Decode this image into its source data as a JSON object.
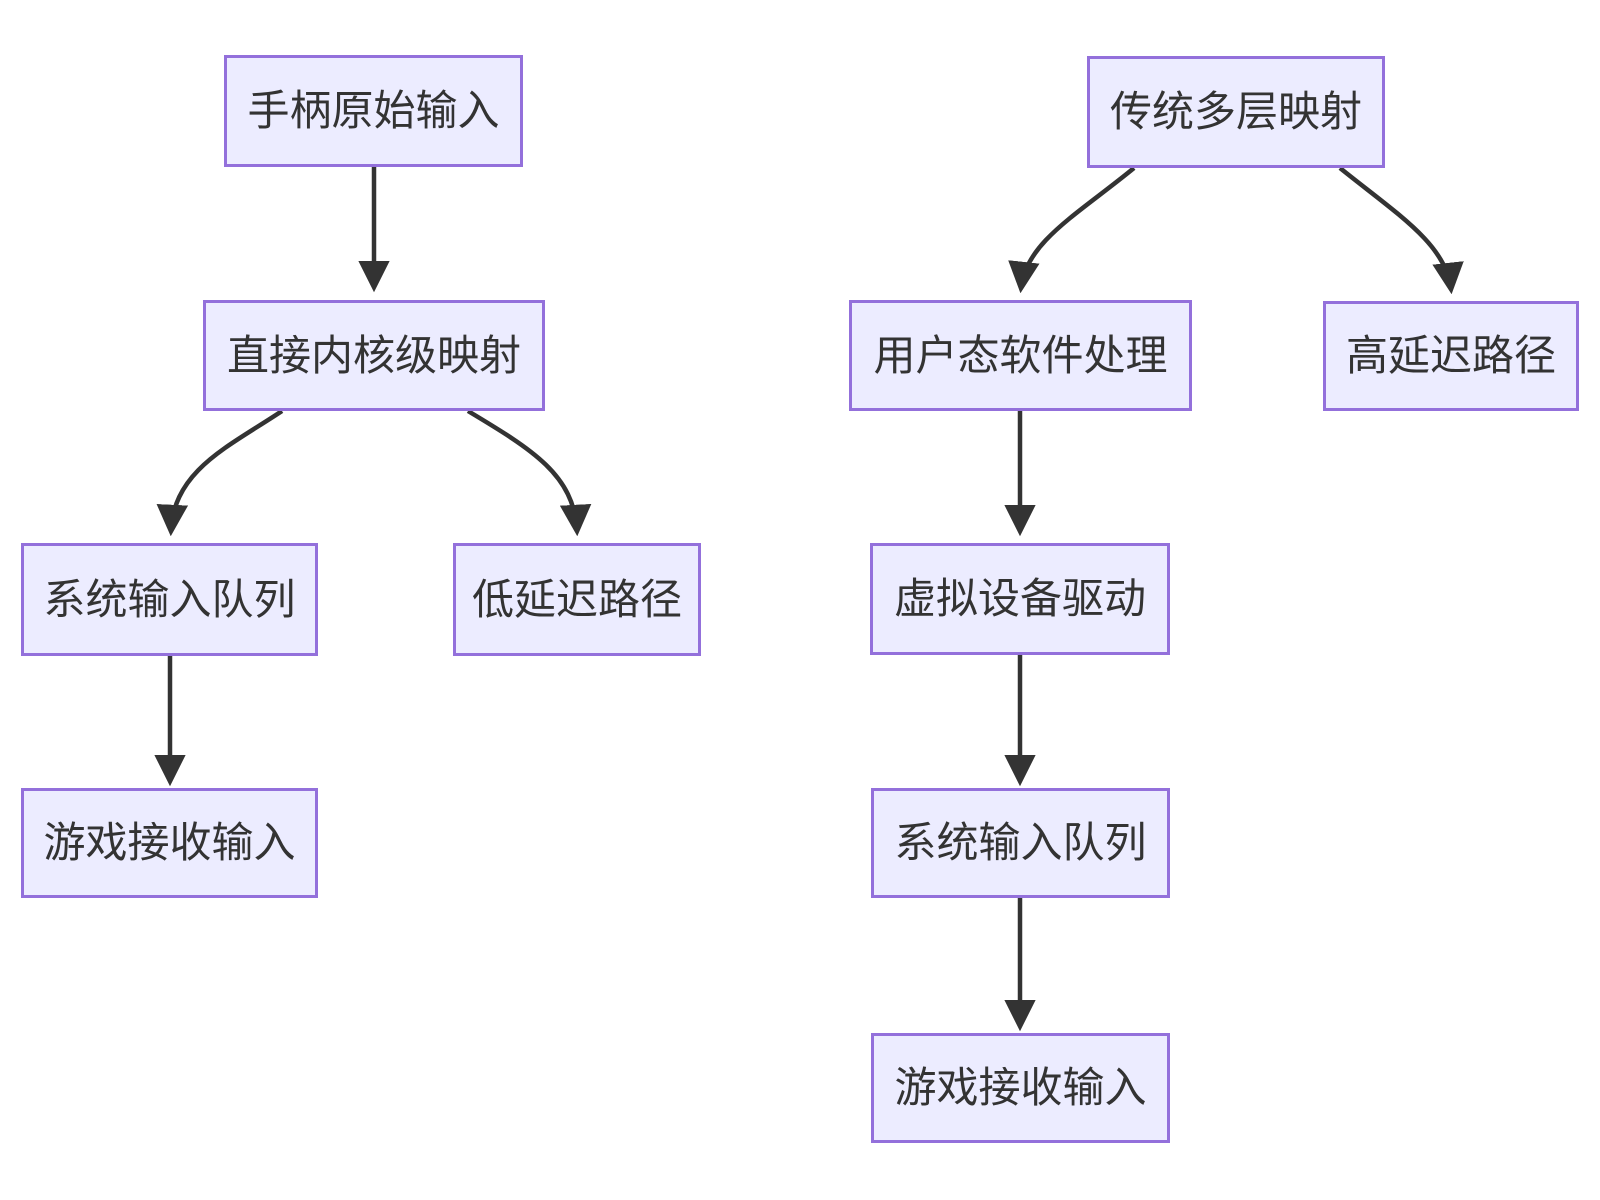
{
  "diagram_type": "flowchart-top-down",
  "colors": {
    "background": "#FFFFFF",
    "node_fill": "#ECECFF",
    "node_border": "#9370DB",
    "node_text": "#333333",
    "edge": "#333333"
  },
  "left_flow": {
    "nodes": [
      {
        "id": "A",
        "label": "手柄原始输入"
      },
      {
        "id": "B",
        "label": "直接内核级映射"
      },
      {
        "id": "C",
        "label": "系统输入队列"
      },
      {
        "id": "D",
        "label": "低延迟路径"
      },
      {
        "id": "E",
        "label": "游戏接收输入"
      }
    ],
    "edges": [
      {
        "from": "手柄原始输入",
        "to": "直接内核级映射"
      },
      {
        "from": "直接内核级映射",
        "to": "系统输入队列"
      },
      {
        "from": "直接内核级映射",
        "to": "低延迟路径"
      },
      {
        "from": "系统输入队列",
        "to": "游戏接收输入"
      }
    ]
  },
  "right_flow": {
    "nodes": [
      {
        "id": "F",
        "label": "传统多层映射"
      },
      {
        "id": "G",
        "label": "用户态软件处理"
      },
      {
        "id": "H",
        "label": "高延迟路径"
      },
      {
        "id": "I",
        "label": "虚拟设备驱动"
      },
      {
        "id": "J",
        "label": "系统输入队列"
      },
      {
        "id": "K",
        "label": "游戏接收输入"
      }
    ],
    "edges": [
      {
        "from": "传统多层映射",
        "to": "用户态软件处理"
      },
      {
        "from": "传统多层映射",
        "to": "高延迟路径"
      },
      {
        "from": "用户态软件处理",
        "to": "虚拟设备驱动"
      },
      {
        "from": "虚拟设备驱动",
        "to": "系统输入队列"
      },
      {
        "from": "系统输入队列",
        "to": "游戏接收输入"
      }
    ]
  }
}
